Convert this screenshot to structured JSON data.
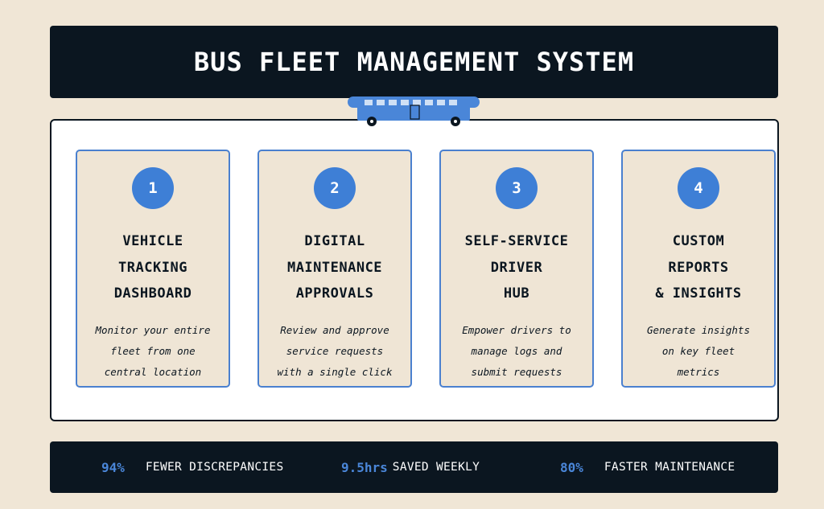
{
  "header": {
    "title": "BUS FLEET MANAGEMENT SYSTEM"
  },
  "colors": {
    "background": "#f0e6d6",
    "dark": "#0b1620",
    "accent": "#3e7fd6",
    "card_border": "#4a80cf"
  },
  "bus_icon": "bus-icon",
  "cards": [
    {
      "number": "1",
      "title_lines": [
        "VEHICLE",
        "TRACKING",
        "DASHBOARD"
      ],
      "desc_lines": [
        "Monitor your entire",
        "fleet from one",
        "central location"
      ]
    },
    {
      "number": "2",
      "title_lines": [
        "DIGITAL",
        "MAINTENANCE",
        "APPROVALS"
      ],
      "desc_lines": [
        "Review and approve",
        "service requests",
        "with a single click"
      ]
    },
    {
      "number": "3",
      "title_lines": [
        "SELF-SERVICE",
        "DRIVER",
        "HUB"
      ],
      "desc_lines": [
        "Empower drivers to",
        "manage logs and",
        "submit requests"
      ]
    },
    {
      "number": "4",
      "title_lines": [
        "CUSTOM",
        "REPORTS",
        "& INSIGHTS"
      ],
      "desc_lines": [
        "Generate insights",
        "on key fleet",
        "metrics"
      ]
    }
  ],
  "stats": [
    {
      "value": "94%",
      "label": "FEWER DISCREPANCIES"
    },
    {
      "value": "9.5hrs",
      "label": "SAVED WEEKLY"
    },
    {
      "value": "80%",
      "label": "FASTER MAINTENANCE"
    }
  ]
}
